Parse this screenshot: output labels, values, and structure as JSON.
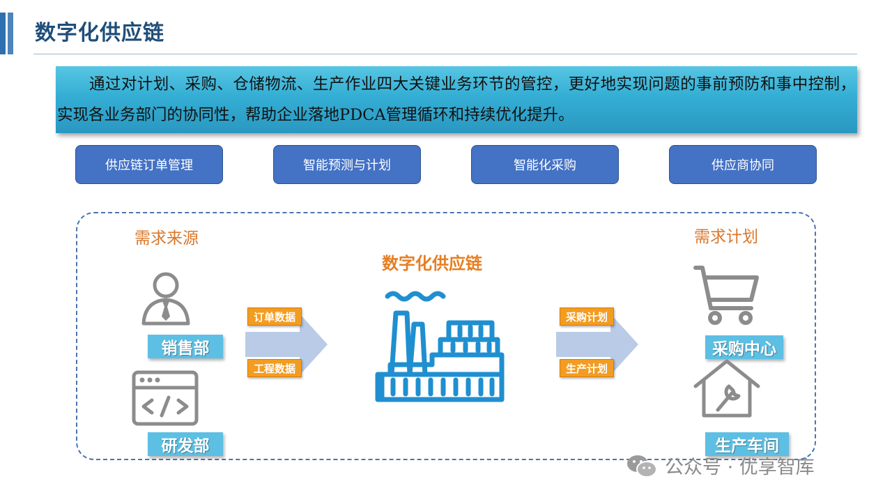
{
  "title": "数字化供应链",
  "intro": "通过对计划、采购、仓储物流、生产作业四大关键业务环节的管控，更好地实现问题的事前预防和事中控制， 实现各业务部门的协同性，帮助企业落地PDCA管理循环和持续优化提升。",
  "modules": [
    "供应链订单管理",
    "智能预测与计划",
    "智能化采购",
    "供应商协同"
  ],
  "flow": {
    "source_label": "需求来源",
    "hub_label": "数字化供应链",
    "plan_label": "需求计划",
    "sources": [
      "销售部",
      "研发部"
    ],
    "inputs": [
      "订单数据",
      "工程数据"
    ],
    "outputs": [
      "采购计划",
      "生产计划"
    ],
    "targets": [
      "采购中心",
      "生产车间"
    ]
  },
  "watermark": "公众号 · 优享智库",
  "colors": {
    "title": "#1f4e79",
    "intro_bg": "#34aed4",
    "module_bg": "#4472c4",
    "section_label": "#d9772b",
    "tag_bg": "#f39c22",
    "dept_bg": "#5dbfe3",
    "factory_icon": "#1f8fd0",
    "arrow": "#b9cbe6"
  }
}
